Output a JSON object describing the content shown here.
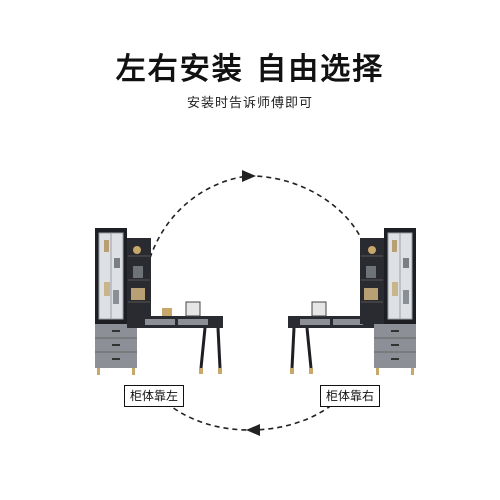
{
  "heading": {
    "title": "左右安装  自由选择",
    "subtitle": "安装时告诉师傅即可"
  },
  "labels": {
    "left_config": "柜体靠左",
    "right_config": "柜体靠右"
  },
  "colors": {
    "cabinet_frame": "#1e1f24",
    "drawer_gray": "#8c9096",
    "desk_top": "#2a2b30",
    "gold_foot": "#c7a86a",
    "arrow": "#222222"
  }
}
